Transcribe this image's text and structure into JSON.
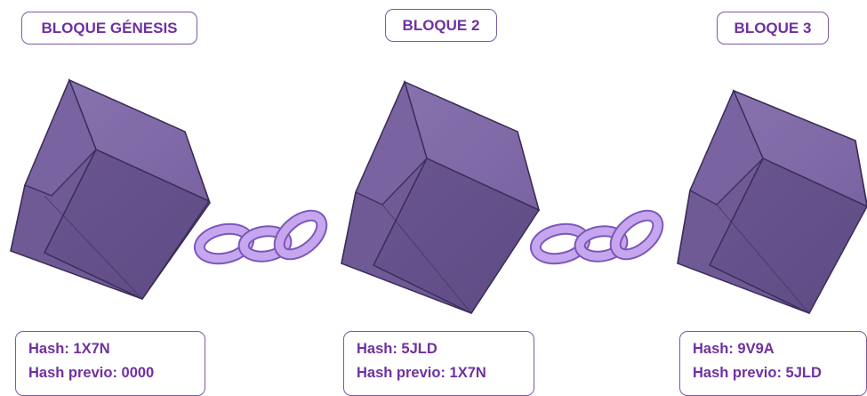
{
  "colors": {
    "accent_text": "#7030a0",
    "box_border": "#7a5aa6",
    "cube_fill": "#6f5a96",
    "cube_edge": "#3d2d5a",
    "chain_fill": "#c6a6ee",
    "chain_edge": "#7c57b8"
  },
  "blocks": [
    {
      "title": "BLOQUE GÉNESIS",
      "hash_label": "Hash: 1X7N",
      "prev_label": "Hash previo: 0000"
    },
    {
      "title": "BLOQUE 2",
      "hash_label": "Hash: 5JLD",
      "prev_label": "Hash previo: 1X7N"
    },
    {
      "title": "BLOQUE 3",
      "hash_label": "Hash: 9V9A",
      "prev_label": "Hash previo: 5JLD"
    }
  ],
  "icons": {
    "block": "cube-icon",
    "link": "chain-link-icon"
  }
}
